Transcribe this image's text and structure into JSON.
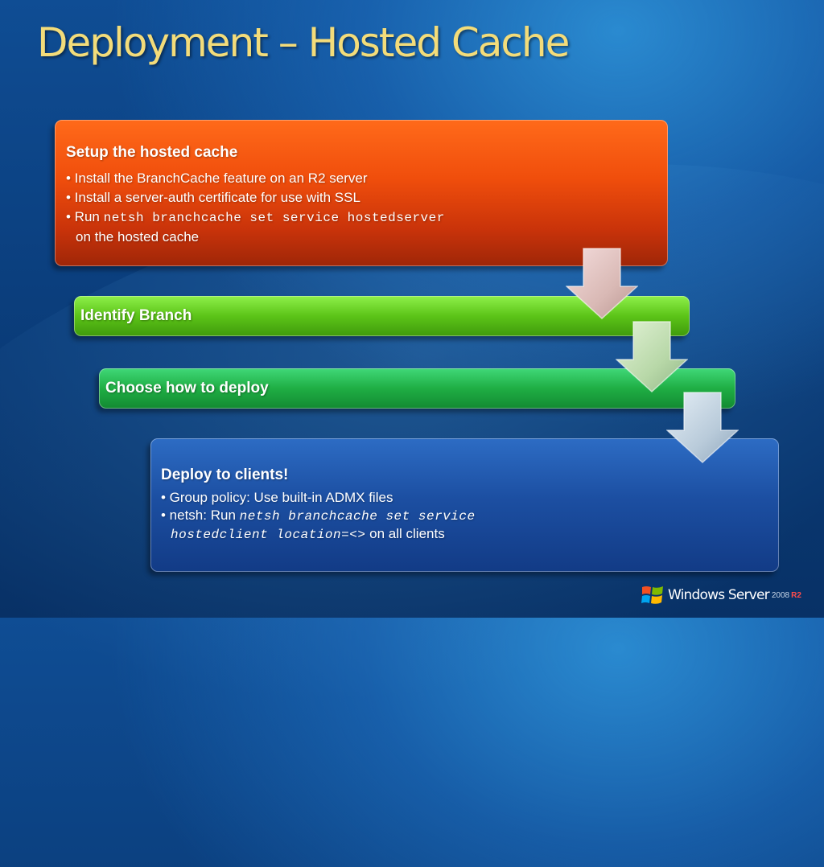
{
  "slide": {
    "title": "Deployment – Hosted Cache"
  },
  "step1": {
    "heading": "Setup the hosted cache",
    "bullet1": "• Install the BranchCache feature on an R2 server",
    "bullet2": "• Install a server-auth certificate for use with SSL",
    "bullet3_prefix": "• Run ",
    "bullet3_code": "netsh branchcache set service hostedserver",
    "bullet3_suffix": "on the hosted cache"
  },
  "step2": {
    "heading": "Identify Branch"
  },
  "step3": {
    "heading": "Choose how to deploy"
  },
  "step4": {
    "heading": "Deploy to clients!",
    "bullet1": "• Group policy: Use built-in ADMX files",
    "bullet2_prefix": "• netsh: Run ",
    "bullet2_code_line1": "netsh branchcache set service",
    "bullet2_code_line2": "hostedclient location=<>",
    "bullet2_suffix": " on all clients"
  },
  "logo": {
    "brand": "Windows Server",
    "version": "2008",
    "edition": "R2",
    "icon": "windows-flag-icon"
  },
  "colors": {
    "title": "#f3dc7a",
    "step1": "#f04e0c",
    "step2": "#5cc418",
    "step3": "#1fae44",
    "step4": "#1c4fa2"
  }
}
